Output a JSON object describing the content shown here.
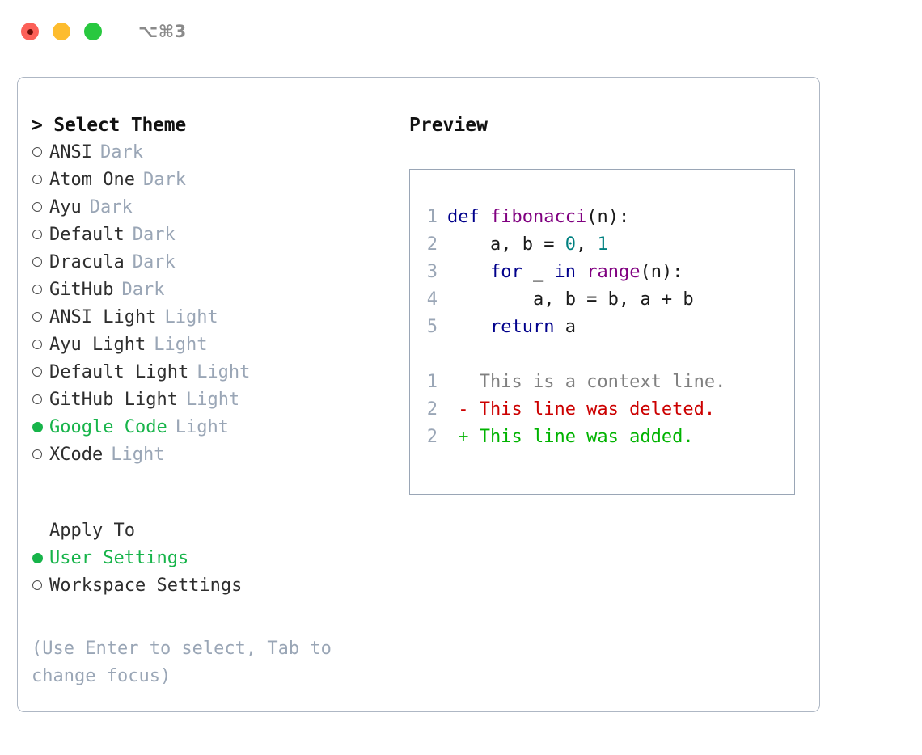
{
  "window": {
    "traffic_lights": [
      "close",
      "minimize",
      "maximize"
    ],
    "shortcut_label": "⌥⌘3",
    "colors": {
      "red": "#fc6058",
      "yellow": "#fdbc2e",
      "green": "#28c83f",
      "accent_green": "#17b44a",
      "muted": "#9aa6b6",
      "border": "#aeb7c4"
    }
  },
  "left": {
    "heading": "> Select Theme",
    "themes": [
      {
        "marker": "o",
        "name": "ANSI",
        "variant": "Dark",
        "selected": false
      },
      {
        "marker": "o",
        "name": "Atom One",
        "variant": "Dark",
        "selected": false
      },
      {
        "marker": "o",
        "name": "Ayu",
        "variant": "Dark",
        "selected": false
      },
      {
        "marker": "o",
        "name": "Default",
        "variant": "Dark",
        "selected": false
      },
      {
        "marker": "o",
        "name": "Dracula",
        "variant": "Dark",
        "selected": false
      },
      {
        "marker": "o",
        "name": "GitHub",
        "variant": "Dark",
        "selected": false
      },
      {
        "marker": "o",
        "name": "ANSI Light",
        "variant": "Light",
        "selected": false
      },
      {
        "marker": "o",
        "name": "Ayu Light",
        "variant": "Light",
        "selected": false
      },
      {
        "marker": "o",
        "name": "Default Light",
        "variant": "Light",
        "selected": false
      },
      {
        "marker": "o",
        "name": "GitHub Light",
        "variant": "Light",
        "selected": false
      },
      {
        "marker": "●",
        "name": "Google Code",
        "variant": "Light",
        "selected": true
      },
      {
        "marker": "o",
        "name": "XCode",
        "variant": "Light",
        "selected": false
      }
    ],
    "apply_to_heading": "Apply To",
    "apply_to_options": [
      {
        "marker": "●",
        "name": "User Settings",
        "selected": true
      },
      {
        "marker": "o",
        "name": "Workspace Settings",
        "selected": false
      }
    ],
    "hint": "(Use Enter to select, Tab to change focus)"
  },
  "preview": {
    "title": "Preview",
    "code_lines": [
      {
        "num": "1",
        "tokens": [
          {
            "t": "def ",
            "c": "kw"
          },
          {
            "t": "fibonacci",
            "c": "fn"
          },
          {
            "t": "(n):",
            "c": "plain"
          }
        ]
      },
      {
        "num": "2",
        "tokens": [
          {
            "t": "    a, b = ",
            "c": "plain"
          },
          {
            "t": "0",
            "c": "num"
          },
          {
            "t": ", ",
            "c": "plain"
          },
          {
            "t": "1",
            "c": "num"
          }
        ]
      },
      {
        "num": "3",
        "tokens": [
          {
            "t": "    ",
            "c": "plain"
          },
          {
            "t": "for",
            "c": "kw"
          },
          {
            "t": " _ ",
            "c": "plain"
          },
          {
            "t": "in",
            "c": "kw"
          },
          {
            "t": " ",
            "c": "plain"
          },
          {
            "t": "range",
            "c": "fn"
          },
          {
            "t": "(n):",
            "c": "plain"
          }
        ]
      },
      {
        "num": "4",
        "tokens": [
          {
            "t": "        a, b = b, a + b",
            "c": "plain"
          }
        ]
      },
      {
        "num": "5",
        "tokens": [
          {
            "t": "    ",
            "c": "plain"
          },
          {
            "t": "return",
            "c": "kw"
          },
          {
            "t": " a",
            "c": "plain"
          }
        ]
      },
      {
        "num": "",
        "tokens": []
      },
      {
        "num": "1",
        "tokens": [
          {
            "t": "   This is a context line.",
            "c": "ctx"
          }
        ]
      },
      {
        "num": "2",
        "tokens": [
          {
            "t": " - This line was deleted.",
            "c": "del"
          }
        ]
      },
      {
        "num": "2",
        "tokens": [
          {
            "t": " + This line was added.",
            "c": "add"
          }
        ]
      }
    ],
    "syntax_colors": {
      "keyword": "#00008b",
      "function": "#800080",
      "number": "#008080",
      "plain": "#1a1a1a",
      "context": "#808080",
      "deleted": "#cc0000",
      "added": "#00b300",
      "line_number": "#9aa6b6"
    }
  }
}
